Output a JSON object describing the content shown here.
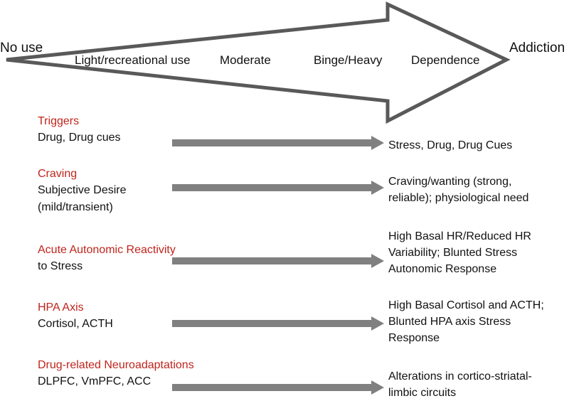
{
  "progression": {
    "start_label": "No use",
    "end_label": "Addiction",
    "stages": [
      "Light/recreational use",
      "Moderate",
      "Binge/Heavy",
      "Dependence"
    ]
  },
  "rows": [
    {
      "title": "Triggers",
      "left": "Drug, Drug cues",
      "right": "Stress, Drug, Drug Cues"
    },
    {
      "title": "Craving",
      "left": "Subjective Desire\n(mild/transient)",
      "right": "Craving/wanting (strong,\nreliable); physiological need"
    },
    {
      "title": "Acute Autonomic Reactivity",
      "left": "to Stress",
      "right": "High Basal HR/Reduced HR\nVariability; Blunted Stress\nAutonomic Response"
    },
    {
      "title": "HPA Axis",
      "left": "Cortisol, ACTH",
      "right": "High Basal Cortisol and ACTH;\nBlunted HPA axis Stress\nResponse"
    },
    {
      "title": "Drug-related Neuroadaptations",
      "left": "DLPFC, VmPFC, ACC",
      "right": "Alterations in cortico-striatal-\nlimbic circuits"
    }
  ],
  "colors": {
    "category_title": "#c0241c",
    "arrow_fill": "#808080",
    "arrow_outline": "#555555"
  }
}
